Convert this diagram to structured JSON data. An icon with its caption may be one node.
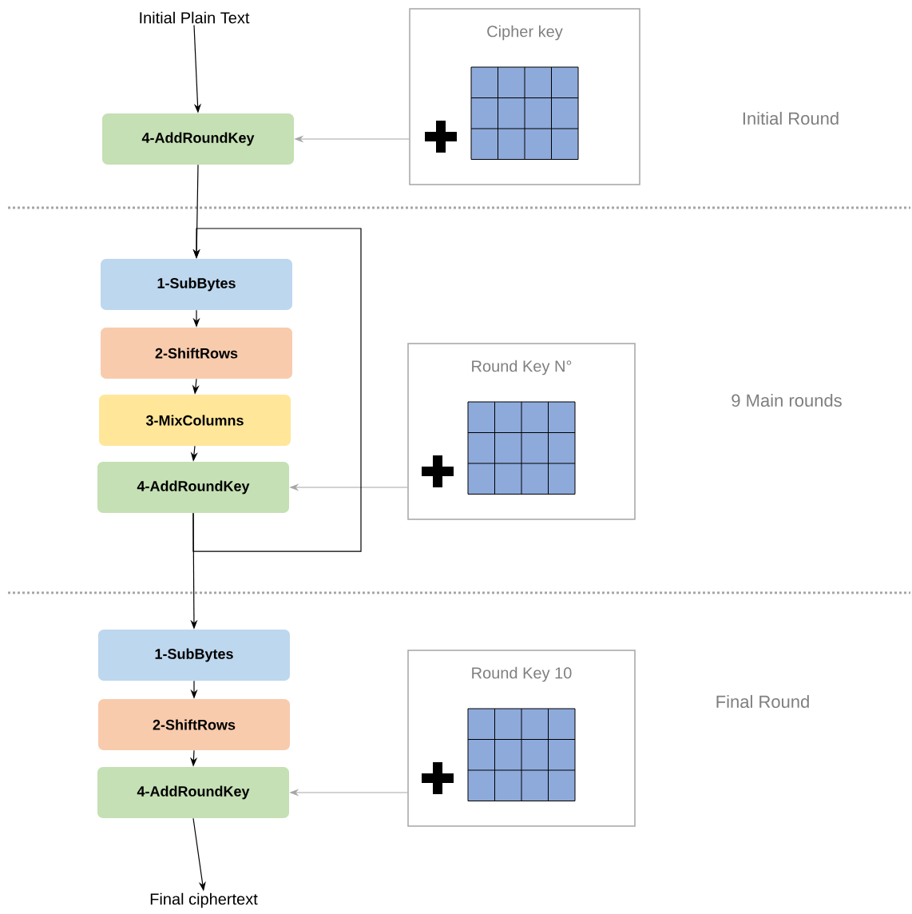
{
  "diagram": {
    "nodes": [
      {
        "text": [
          "Initial Plain Text"
        ]
      },
      {
        "text": [
          "4-AddRoundKey"
        ]
      },
      {
        "text": [
          "Cipher key"
        ]
      },
      {
        "text": [
          "1-SubBytes"
        ]
      },
      {
        "text": [
          "2-ShiftRows"
        ]
      },
      {
        "text": [
          "3-MixColumns"
        ]
      },
      {
        "text": [
          "4-AddRoundKey"
        ]
      },
      {
        "text": [
          "Round Key N°"
        ]
      },
      {
        "text": [
          "1-SubBytes"
        ]
      },
      {
        "text": [
          "2-ShiftRows"
        ]
      },
      {
        "text": [
          "4-AddRoundKey"
        ]
      },
      {
        "text": [
          "Round Key 10"
        ]
      },
      {
        "text": [
          "Final ciphertext"
        ]
      }
    ],
    "edges": [
      {
        "from": 0,
        "to": 1,
        "arrow": "to"
      },
      {
        "from": 2,
        "to": 1,
        "arrow": "to",
        "color": "#a6a6a6"
      },
      {
        "from": 1,
        "to": 3,
        "arrow": "to"
      },
      {
        "from": 3,
        "to": 4,
        "arrow": "to"
      },
      {
        "from": 4,
        "to": 5,
        "arrow": "to"
      },
      {
        "from": 5,
        "to": 6,
        "arrow": "to"
      },
      {
        "from": 7,
        "to": 6,
        "arrow": "to",
        "color": "#a6a6a6"
      },
      {
        "from": 6,
        "to": 3,
        "arrow": "to"
      },
      {
        "from": 6,
        "to": 8,
        "arrow": "to"
      },
      {
        "from": 8,
        "to": 9,
        "arrow": "to"
      },
      {
        "from": 9,
        "to": 10,
        "arrow": "to"
      },
      {
        "from": 11,
        "to": 10,
        "arrow": "to",
        "color": "#a6a6a6"
      },
      {
        "from": 10,
        "to": 12,
        "arrow": "to"
      }
    ],
    "labels": [
      "Initial Round",
      "9 Main rounds",
      "Final Round"
    ]
  }
}
